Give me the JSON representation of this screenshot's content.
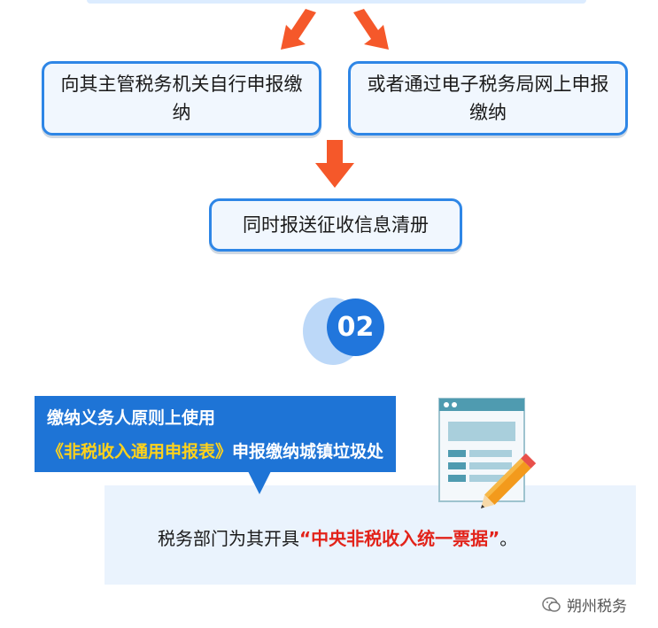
{
  "flow": {
    "box_left": "向其主管税务机关自行申报缴纳",
    "box_right": "或者通过电子税务局网上申报缴纳",
    "box_center": "同时报送征收信息清册"
  },
  "step": {
    "number": "02"
  },
  "callout": {
    "part1": "缴纳义务人原则上使用",
    "highlight": "《非税收入通用申报表》",
    "part2": "申报缴纳城镇垃圾处理费"
  },
  "statement": {
    "prefix": "税务部门为其开具",
    "highlight": "“中央非税收入统一票据”",
    "suffix": "。"
  },
  "watermark": {
    "text": "朔州税务",
    "icon": "wechat-official-account-icon"
  },
  "colors": {
    "accent": "#2176dc",
    "arrow": "#f5582a",
    "highlight_yellow": "#ffd21a",
    "highlight_red": "#e2231a"
  }
}
